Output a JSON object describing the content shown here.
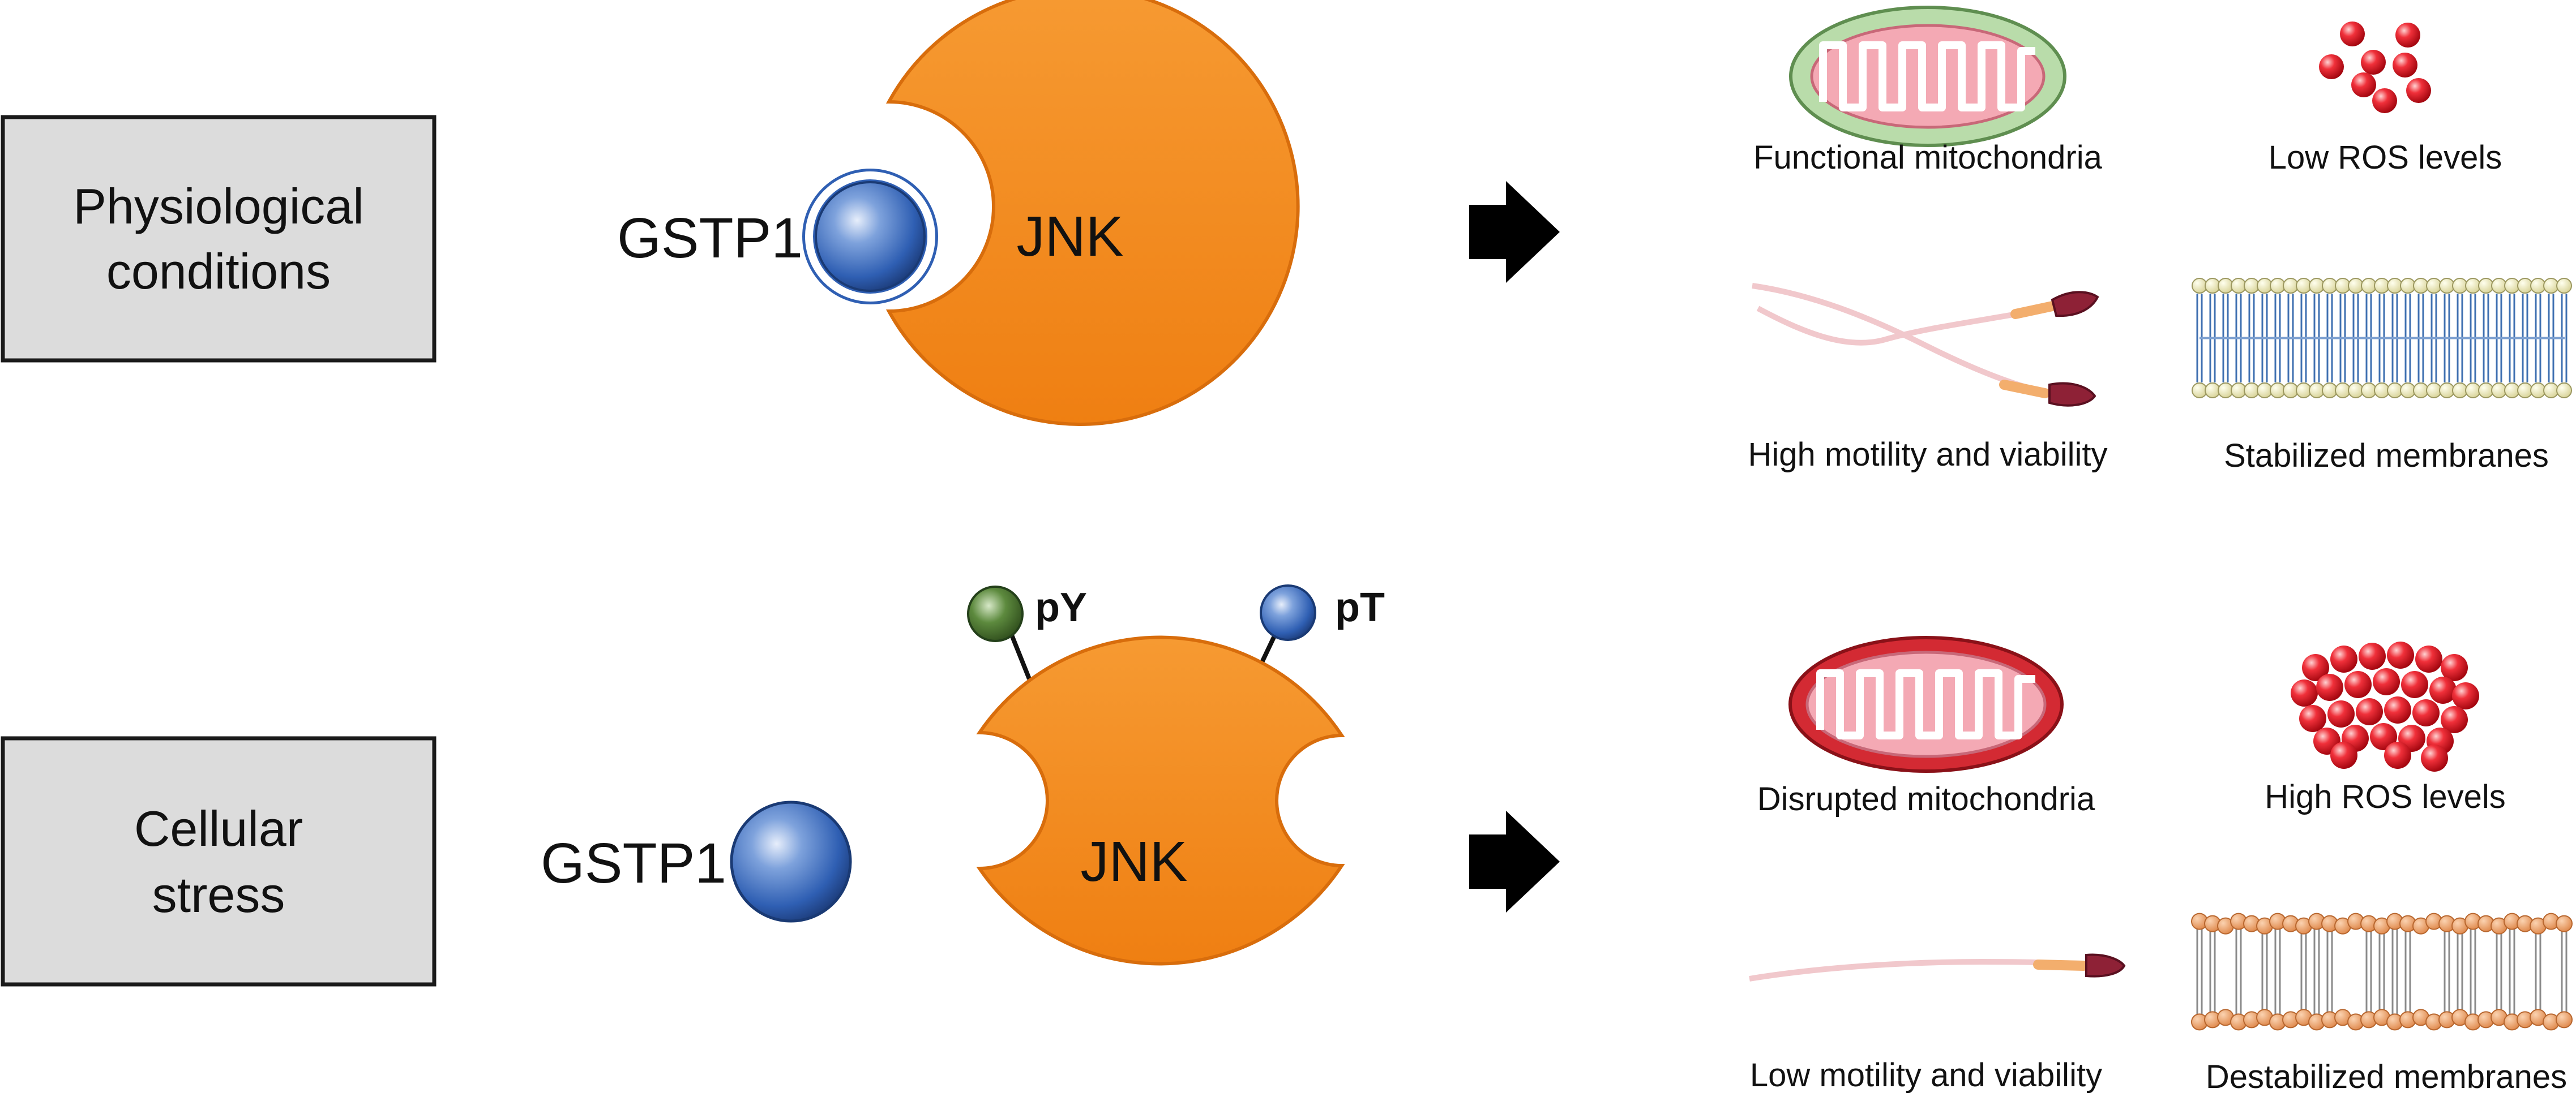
{
  "colors": {
    "jnk_orange": "#f28a1e",
    "jnk_edge": "#d86d0c",
    "gstp1_blue": "#2f5fb3",
    "condition_box": "#dcdcdc",
    "py_green": "#5d8a3e",
    "pt_blue": "#3e77c4",
    "arrow": "#000000",
    "ros_red": "#e0141e",
    "mito_healthy_outer": "#b9dcaa",
    "mito_inner": "#f4a9b4",
    "mito_disrupted_outer": "#d32a33",
    "membrane_stable_head": "#f4f2c4",
    "membrane_stable_tail": "#3e6fb0",
    "membrane_unstable_head": "#f1a774"
  },
  "rows": [
    {
      "condition_label_lines": [
        "Physiological",
        "conditions"
      ],
      "gstp1_label": "GSTP1",
      "jnk_label": "JNK",
      "gstp1_bound": true,
      "phospho_sites": [],
      "outcomes": {
        "mitochondria": "Functional mitochondria",
        "ros": "Low ROS levels",
        "motility": "High motility and viability",
        "membranes": "Stabilized membranes"
      }
    },
    {
      "condition_label_lines": [
        "Cellular",
        "stress"
      ],
      "gstp1_label": "GSTP1",
      "jnk_label": "JNK",
      "gstp1_bound": false,
      "phospho_sites": [
        {
          "label": "pY",
          "color": "#5d8a3e"
        },
        {
          "label": "pT",
          "color": "#3e77c4"
        }
      ],
      "outcomes": {
        "mitochondria": "Disrupted mitochondria",
        "ros": "High ROS levels",
        "motility": "Low motility and viability",
        "membranes": "Destabilized membranes"
      }
    }
  ],
  "icons": {
    "row1": [
      "mitochondrion-healthy-icon",
      "ros-low-icon",
      "sperm-pair-icon",
      "membrane-stable-icon"
    ],
    "row2": [
      "mitochondrion-disrupted-icon",
      "ros-high-icon",
      "sperm-single-icon",
      "membrane-unstable-icon"
    ]
  }
}
